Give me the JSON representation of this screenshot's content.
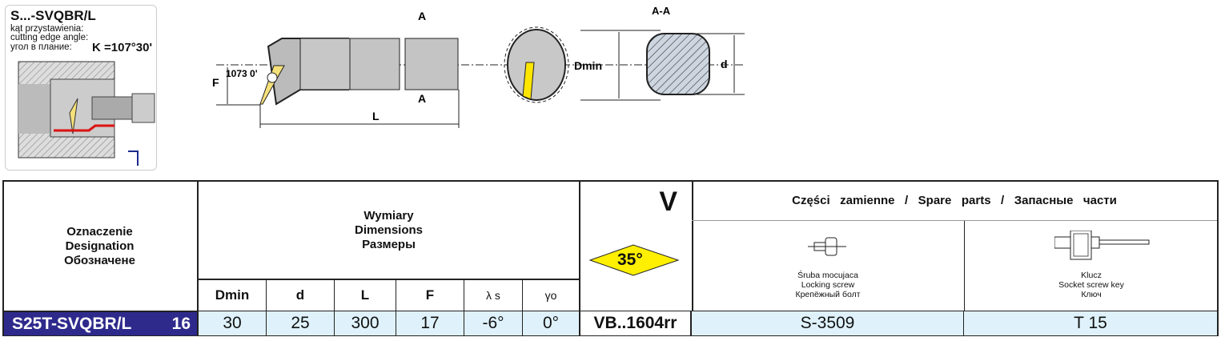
{
  "info_card": {
    "title": "S...-SVQBR/L",
    "lines": [
      "kąt przystawienia:",
      "cutting edge angle:",
      "угол в плание:"
    ],
    "angle": "K =107°30'"
  },
  "drawing": {
    "labels": {
      "section_a": "A",
      "section_aa": "A-A",
      "F": "F",
      "L": "L",
      "angle": "1073 0'",
      "dmin": "Dmin",
      "d": "d"
    }
  },
  "table": {
    "designation_header": [
      "Oznaczenie",
      "Designation",
      "Обозначене"
    ],
    "dimensions_header": [
      "Wymiary",
      "Dimensions",
      "Размеры"
    ],
    "dim_columns": [
      "Dmin",
      "d",
      "L",
      "F",
      "λ s",
      "γo"
    ],
    "insert_header": {
      "letter": "V",
      "angle": "35°"
    },
    "spare_parts_header": "Części   zamienne   /   Spare   parts   /   Запасные   части",
    "spare_parts": [
      {
        "name": [
          "Śruba  mocujaca",
          "Locking  screw",
          "Крепёжный  болт"
        ],
        "value": "S-3509"
      },
      {
        "name": [
          "Klucz",
          "Socket  screw  key",
          "Ключ"
        ],
        "value": "T 15"
      }
    ],
    "row": {
      "designation": "S25T-SVQBR/L",
      "size": "16",
      "values": [
        "30",
        "25",
        "300",
        "17",
        "-6°",
        "0°"
      ],
      "insert": "VB..1604rr"
    }
  },
  "colors": {
    "designation_bg": "#2e2a8c",
    "row_bg": "#dff2fb",
    "insert_yellow": "#ffef00"
  }
}
